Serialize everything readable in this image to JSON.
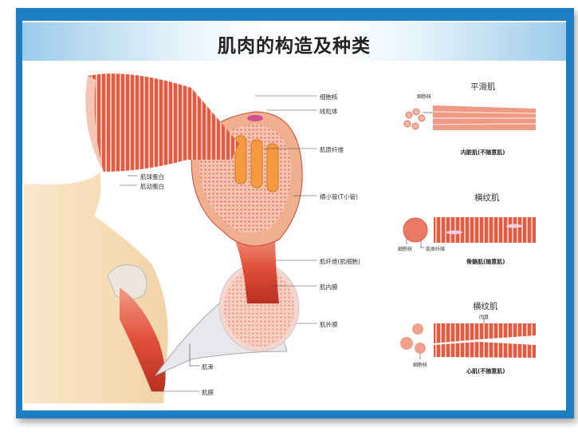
{
  "title": "肌肉的构造及种类",
  "main_diagram": {
    "labels": {
      "myosin": "肌球蛋白",
      "actin": "肌动蛋白",
      "nucleus": "细胞核",
      "mitochondria": "线粒体",
      "myofibril": "肌原纤维",
      "t_tubule": "横小管(T小管)",
      "muscle_fiber": "肌纤维(肌细胞)",
      "endomysium": "肌内膜",
      "epimysium": "肌外膜",
      "fascicle": "肌束",
      "sarcolemma": "肌膜"
    }
  },
  "muscle_types": [
    {
      "heading": "平滑肌",
      "labels": [
        "细胞核"
      ],
      "caption": "内脏肌(不随意肌)"
    },
    {
      "heading": "横纹肌",
      "labels": [
        "细胞核",
        "肌原纤维"
      ],
      "caption": "骨骼肌(随意肌)"
    },
    {
      "heading": "横纹肌",
      "labels": [
        "闰盘",
        "细胞核"
      ],
      "caption": "心肌(不随意肌)"
    }
  ],
  "colors": {
    "frame": "#1d7ec4",
    "muscle": "#e0503a",
    "muscle_light": "#f2a58a"
  }
}
